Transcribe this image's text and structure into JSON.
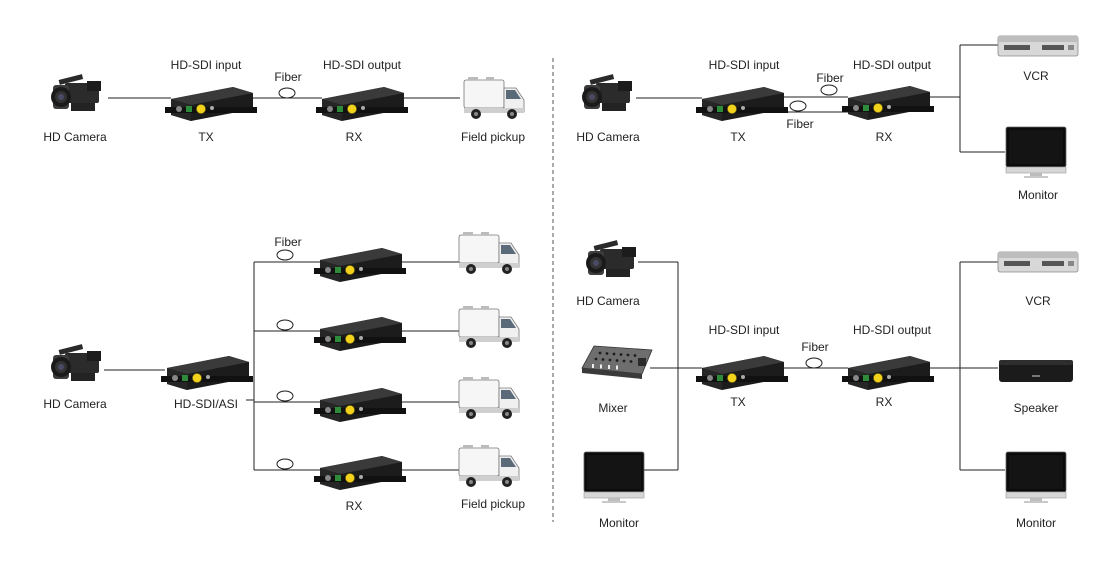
{
  "top_left": {
    "camera_label": "HD Camera",
    "input_label": "HD-SDI input",
    "fiber_label": "Fiber",
    "output_label": "HD-SDI output",
    "tx_label": "TX",
    "rx_label": "RX",
    "van_label": "Field pickup"
  },
  "top_right": {
    "camera_label": "HD Camera",
    "input_label": "HD-SDI input",
    "fiber_label_top": "Fiber",
    "fiber_label_bottom": "Fiber",
    "output_label": "HD-SDI output",
    "tx_label": "TX",
    "rx_label": "RX",
    "vcr_label": "VCR",
    "monitor_label": "Monitor"
  },
  "bottom_left": {
    "camera_label": "HD Camera",
    "fiber_label": "Fiber",
    "hub_label": "HD-SDI/ASI",
    "rx_label": "RX",
    "van_label": "Field pickup"
  },
  "bottom_right": {
    "camera_label": "HD Camera",
    "mixer_label": "Mixer",
    "monitor_left_label": "Monitor",
    "input_label": "HD-SDI input",
    "fiber_label": "Fiber",
    "output_label": "HD-SDI output",
    "tx_label": "TX",
    "rx_label": "RX",
    "vcr_label": "VCR",
    "speaker_label": "Speaker",
    "monitor_right_label": "Monitor"
  }
}
